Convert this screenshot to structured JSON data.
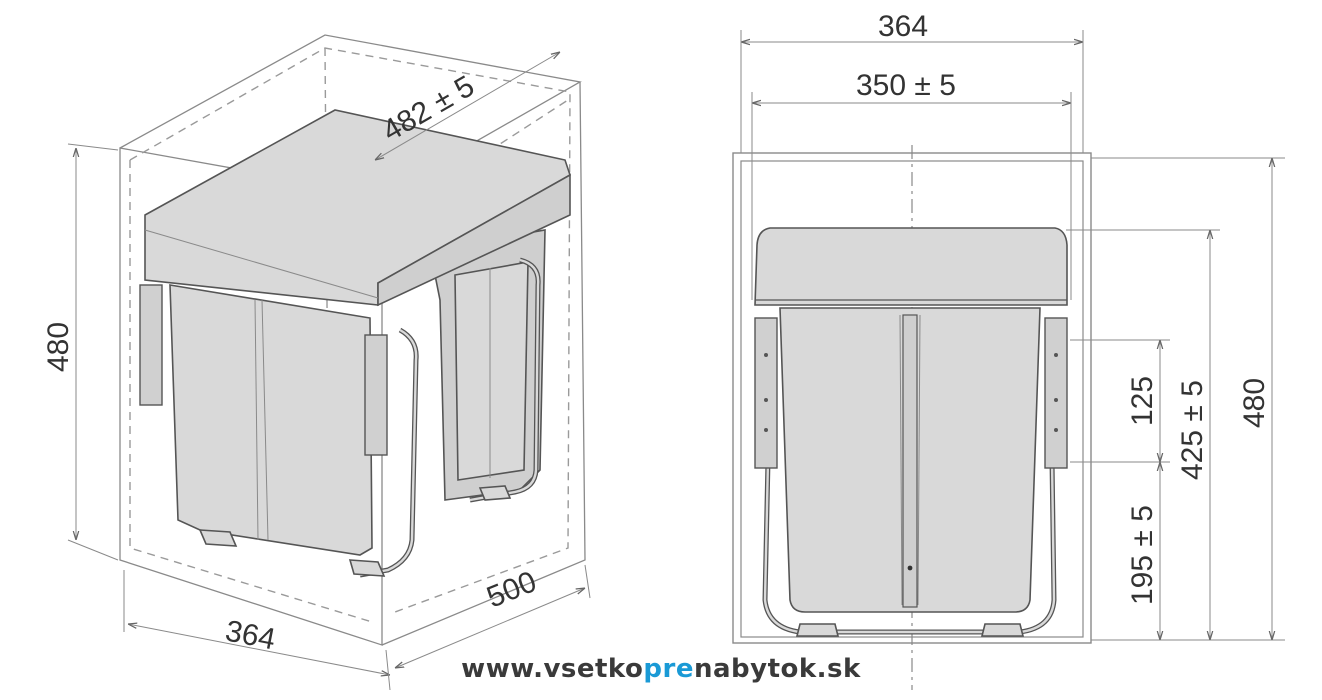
{
  "dimensions": {
    "left_height": "480",
    "left_width": "364",
    "left_depth": "500",
    "left_inner_depth": "482 ± 5",
    "right_outer_width": "364",
    "right_inner_width": "350 ± 5",
    "right_height": "480",
    "right_rail_height": "425 ± 5",
    "right_gap": "125",
    "right_bottom": "195 ± 5"
  },
  "watermark": {
    "prefix": "www.vsetko",
    "highlight": "pre",
    "suffix": "nabytok.sk"
  },
  "colors": {
    "watermark_text": "#3a3a3a",
    "watermark_highlight": "#1a9ad6",
    "part_fill": "#d9d9d9",
    "outline": "#555555"
  }
}
